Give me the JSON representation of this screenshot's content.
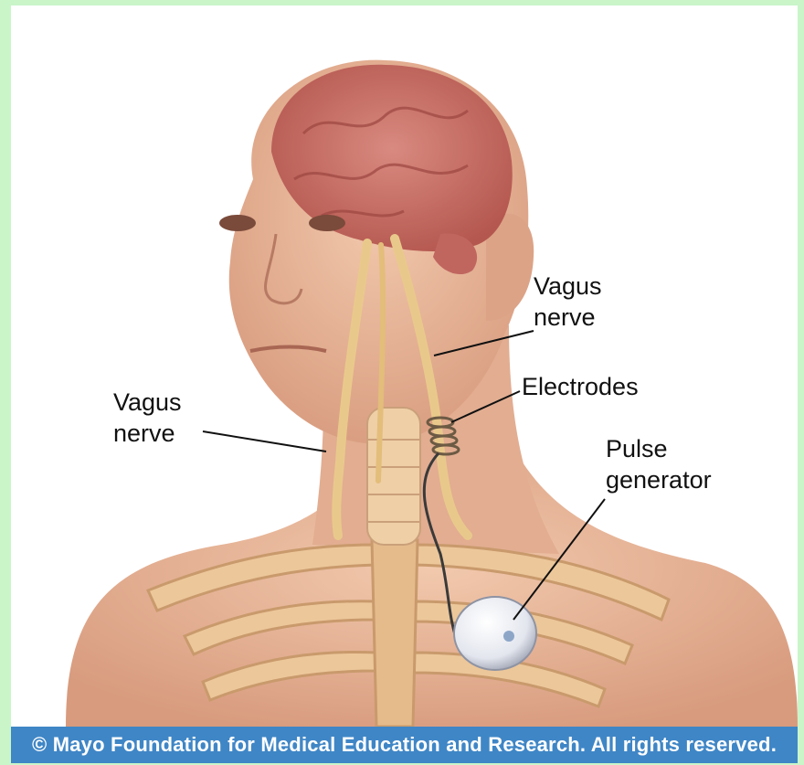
{
  "labels": {
    "vagus_nerve_right": {
      "line1": "Vagus",
      "line2": "nerve"
    },
    "vagus_nerve_left": {
      "line1": "Vagus",
      "line2": "nerve"
    },
    "electrodes": "Electrodes",
    "pulse_generator": {
      "line1": "Pulse",
      "line2": "generator"
    }
  },
  "footer": {
    "copyright": "© Mayo Foundation for Medical Education and Research.  All rights reserved."
  },
  "colors": {
    "background_border": "#c9f5c9",
    "footer_bar": "#3f86c6",
    "skin": "#e7b79c",
    "brain": "#c8726a",
    "nerve": "#e9c98b",
    "bone": "#ecc79a"
  }
}
